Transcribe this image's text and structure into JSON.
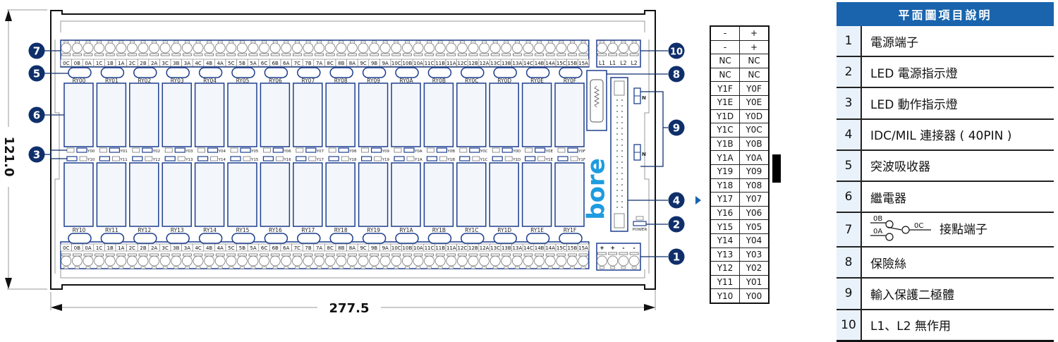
{
  "dimensions": {
    "width_mm": "277.5",
    "height_mm": "121.0"
  },
  "board": {
    "brand_logo": "bore",
    "top_terminals": [
      "0C",
      "0B",
      "0A",
      "1C",
      "1B",
      "1A",
      "2C",
      "2B",
      "2A",
      "3C",
      "3B",
      "3A",
      "4C",
      "4B",
      "4A",
      "5C",
      "5B",
      "5A",
      "6C",
      "6B",
      "6A",
      "7C",
      "7B",
      "7A",
      "8C",
      "8B",
      "8A",
      "9C",
      "9B",
      "9A",
      "10C",
      "10B",
      "10A",
      "11C",
      "11B",
      "11A",
      "12C",
      "12B",
      "12A",
      "13C",
      "13B",
      "13A",
      "14C",
      "14B",
      "14A",
      "15C",
      "15B",
      "15A"
    ],
    "bottom_terminals": [
      "0C",
      "0B",
      "0A",
      "1C",
      "1B",
      "1A",
      "2C",
      "2B",
      "2A",
      "3C",
      "3B",
      "3A",
      "4C",
      "4B",
      "4A",
      "5C",
      "5B",
      "5A",
      "6C",
      "6B",
      "6A",
      "7C",
      "7B",
      "7A",
      "8C",
      "8B",
      "8A",
      "9C",
      "9B",
      "9A",
      "10C",
      "10B",
      "10A",
      "11C",
      "11B",
      "11A",
      "12C",
      "12B",
      "12A",
      "13C",
      "13B",
      "13A",
      "14C",
      "14B",
      "14A",
      "15C",
      "15B",
      "15A"
    ],
    "top_relays": [
      "RY00",
      "RY01",
      "RY02",
      "RY03",
      "RY04",
      "RY05",
      "RY06",
      "RY07",
      "RY08",
      "RY09",
      "RY0A",
      "RY0B",
      "RY0C",
      "RY0D",
      "RY0E",
      "RY0F"
    ],
    "bottom_relays": [
      "RY10",
      "RY11",
      "RY12",
      "RY13",
      "RY14",
      "RY15",
      "RY16",
      "RY17",
      "RY18",
      "RY19",
      "RY1A",
      "RY1B",
      "RY1C",
      "RY1D",
      "RY1E",
      "RY1F"
    ],
    "top_leds": [
      "Y00",
      "Y01",
      "Y02",
      "Y03",
      "Y04",
      "Y05",
      "Y06",
      "Y07",
      "Y08",
      "Y09",
      "Y0A",
      "Y0B",
      "Y0C",
      "Y0D",
      "Y0E",
      "Y0F"
    ],
    "bottom_leds": [
      "Y10",
      "Y11",
      "Y12",
      "Y13",
      "Y14",
      "Y15",
      "Y16",
      "Y17",
      "Y18",
      "Y19",
      "Y1A",
      "Y1B",
      "Y1C",
      "Y1D",
      "Y1E",
      "Y1F"
    ],
    "l_terminals": [
      "L1",
      "L1",
      "L2",
      "L2"
    ],
    "power_terminals": [
      "+",
      "+",
      "-",
      "-"
    ],
    "diode_label": "N",
    "power_led_label": "POWER"
  },
  "callouts": [
    "1",
    "2",
    "3",
    "4",
    "5",
    "6",
    "7",
    "8",
    "9",
    "10"
  ],
  "pin_table": {
    "rows": [
      [
        "-",
        "+"
      ],
      [
        "-",
        "+"
      ],
      [
        "NC",
        "NC"
      ],
      [
        "NC",
        "NC"
      ],
      [
        "Y1F",
        "Y0F"
      ],
      [
        "Y1E",
        "Y0E"
      ],
      [
        "Y1D",
        "Y0D"
      ],
      [
        "Y1C",
        "Y0C"
      ],
      [
        "Y1B",
        "Y0B"
      ],
      [
        "Y1A",
        "Y0A"
      ],
      [
        "Y19",
        "Y09"
      ],
      [
        "Y18",
        "Y08"
      ],
      [
        "Y17",
        "Y07"
      ],
      [
        "Y16",
        "Y06"
      ],
      [
        "Y15",
        "Y05"
      ],
      [
        "Y14",
        "Y04"
      ],
      [
        "Y13",
        "Y03"
      ],
      [
        "Y12",
        "Y02"
      ],
      [
        "Y11",
        "Y01"
      ],
      [
        "Y10",
        "Y00"
      ]
    ]
  },
  "legend": {
    "title": "平面圖項目說明",
    "items": [
      {
        "num": "1",
        "text": "電源端子"
      },
      {
        "num": "2",
        "text": "LED 電源指示燈"
      },
      {
        "num": "3",
        "text": "LED 動作指示燈"
      },
      {
        "num": "4",
        "text": "IDC/MIL 連接器 ( 40PIN )"
      },
      {
        "num": "5",
        "text": "突波吸收器"
      },
      {
        "num": "6",
        "text": "繼電器"
      },
      {
        "num": "7",
        "text": "接點端子",
        "symbol": {
          "nc": "0B",
          "no": "0A",
          "com": "0C"
        }
      },
      {
        "num": "8",
        "text": "保險絲"
      },
      {
        "num": "9",
        "text": "輸入保護二極體"
      },
      {
        "num": "10",
        "text": "L1、L2 無作用"
      }
    ]
  },
  "colors": {
    "accent": "#1a64ad",
    "callout": "#0f2f6b",
    "logo": "#1e9be0",
    "outline": "#1d3f8f"
  }
}
